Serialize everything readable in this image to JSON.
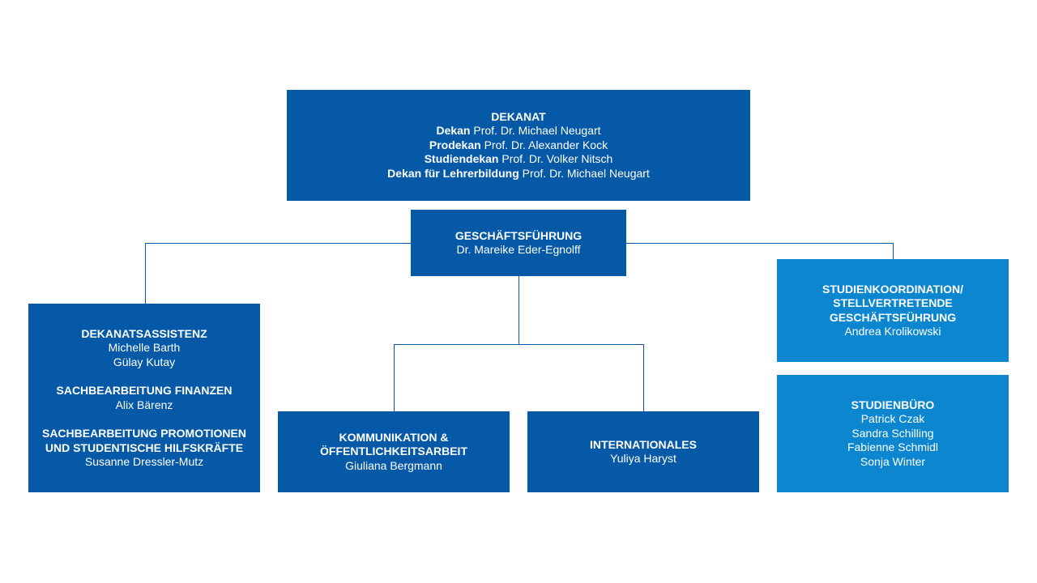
{
  "colors": {
    "dark_box": "#0559a6",
    "light_box": "#0b86cf",
    "connector": "#0559a6"
  },
  "dekanat": {
    "title": "DEKANAT",
    "members": [
      {
        "role": "Dekan",
        "name": "Prof. Dr. Michael Neugart"
      },
      {
        "role": "Prodekan",
        "name": "Prof. Dr. Alexander Kock"
      },
      {
        "role": "Studiendekan",
        "name": "Prof. Dr. Volker Nitsch"
      },
      {
        "role": "Dekan für Lehrerbildung",
        "name": "Prof. Dr. Michael Neugart"
      }
    ]
  },
  "geschaeftsfuehrung": {
    "title": "GESCHÄFTSFÜHRUNG",
    "name": "Dr. Mareike Eder-Egnolff"
  },
  "left_box": {
    "dekanatsassistenz": {
      "title": "DEKANATSASSISTENZ",
      "names": [
        "Michelle Barth",
        "Gülay Kutay"
      ]
    },
    "finanzen": {
      "title": "SACHBEARBEITUNG FINANZEN",
      "names": [
        "Alix Bärenz"
      ]
    },
    "promotionen": {
      "title_lines": [
        "SACHBEARBEITUNG PROMOTIONEN",
        "UND STUDENTISCHE HILFSKRÄFTE"
      ],
      "names": [
        "Susanne Dressler-Mutz"
      ]
    }
  },
  "kommunikation": {
    "title_lines": [
      "KOMMUNIKATION &",
      "ÖFFENTLICHKEITSARBEIT"
    ],
    "name": "Giuliana Bergmann"
  },
  "internationales": {
    "title": "INTERNATIONALES",
    "name": "Yuliya Haryst"
  },
  "studienkoordination": {
    "title_lines": [
      "STUDIENKOORDINATION/",
      "STELLVERTRETENDE",
      "GESCHÄFTSFÜHRUNG"
    ],
    "name": "Andrea Krolikowski"
  },
  "studienbuero": {
    "title": "STUDIENBÜRO",
    "names": [
      "Patrick Czak",
      "Sandra Schilling",
      "Fabienne Schmidl",
      "Sonja Winter"
    ]
  }
}
